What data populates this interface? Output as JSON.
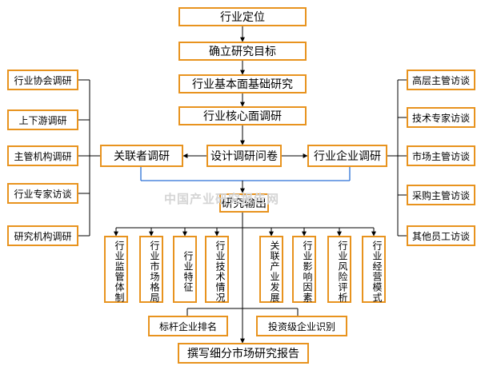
{
  "center_chain": [
    "行业定位",
    "确立研究目标",
    "行业基本面基础研究",
    "行业核心面调研",
    "设计调研问卷",
    "研究输出"
  ],
  "left_hub": "关联者调研",
  "right_hub": "行业企业调研",
  "left_items": [
    "行业协会调研",
    "上下游调研",
    "主管机构调研",
    "行业专家访谈",
    "研究机构调研"
  ],
  "right_items": [
    "高层主管访谈",
    "技术专家访谈",
    "市场主管访谈",
    "采购主管访谈",
    "其他员工访谈"
  ],
  "outputs": [
    "行业监管体制",
    "行业市场格局",
    "行业特征",
    "行业技术情况",
    "关联产业发展",
    "行业影响因素",
    "行业风险评析",
    "行业经营模式"
  ],
  "bottom_left": "标杆企业排名",
  "bottom_right": "投资级企业识别",
  "final": "撰写细分市场研究报告",
  "watermark": "中国产业研究报告网",
  "colors": {
    "box_border": "#e8931e",
    "connector": "#2a6fd6"
  }
}
